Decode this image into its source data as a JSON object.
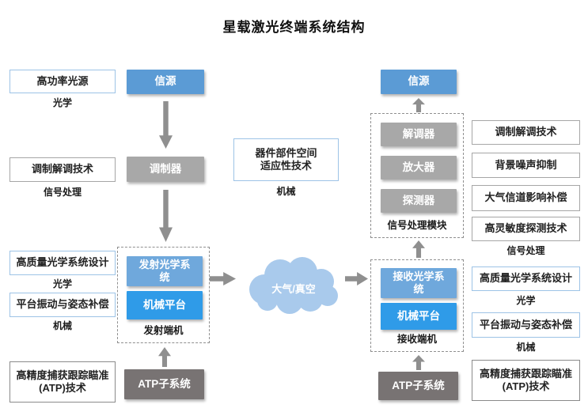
{
  "title": "星载激光终端系统结构",
  "left_column": [
    {
      "label": "高功率光源",
      "category": "光学"
    },
    {
      "label": "调制解调技术",
      "category": "信号处理"
    },
    {
      "label": "高质量光学系统设计",
      "category": "光学"
    },
    {
      "label": "平台振动与姿态补偿",
      "category": "机械"
    },
    {
      "label": "高精度捕获跟踪瞄准\n(ATP)技术",
      "category": ""
    }
  ],
  "transmitter": {
    "source": "信源",
    "modulator": "调制器",
    "optics": "发射光学系\n统",
    "platform": "机械平台",
    "group_label": "发射端机",
    "atp": "ATP子系统"
  },
  "middle": {
    "adaptability": {
      "label": "器件部件空间\n适应性技术",
      "category": "机械"
    },
    "channel": "大气/真空"
  },
  "receiver": {
    "source": "信源",
    "demodulator": "解调器",
    "amplifier": "放大器",
    "detector": "探测器",
    "dsp_group_label": "信号处理模块",
    "optics": "接收光学系\n统",
    "platform": "机械平台",
    "group_label": "接收端机",
    "atp": "ATP子系统"
  },
  "right_column": [
    {
      "label": "调制解调技术",
      "category": ""
    },
    {
      "label": "背景噪声抑制",
      "category": ""
    },
    {
      "label": "大气信道影响补偿",
      "category": ""
    },
    {
      "label": "高灵敏度探测技术",
      "category": "信号处理"
    },
    {
      "label": "高质量光学系统设计",
      "category": "光学"
    },
    {
      "label": "平台振动与姿态补偿",
      "category": "机械"
    },
    {
      "label": "高精度捕获跟踪瞄准\n(ATP)技术",
      "category": ""
    }
  ],
  "colors": {
    "primary_blue": "#5B9BD5",
    "light_blue": "#6FA8DC",
    "vivid_blue": "#2F9BE8",
    "box_gray": "#A8A8A8",
    "dark_gray": "#787373",
    "arrow_gray": "#8F8F8F",
    "cloud_blue": "#A9CAEC",
    "blue_border": "#9DC3E6",
    "gray_border": "#A6A6A6"
  }
}
